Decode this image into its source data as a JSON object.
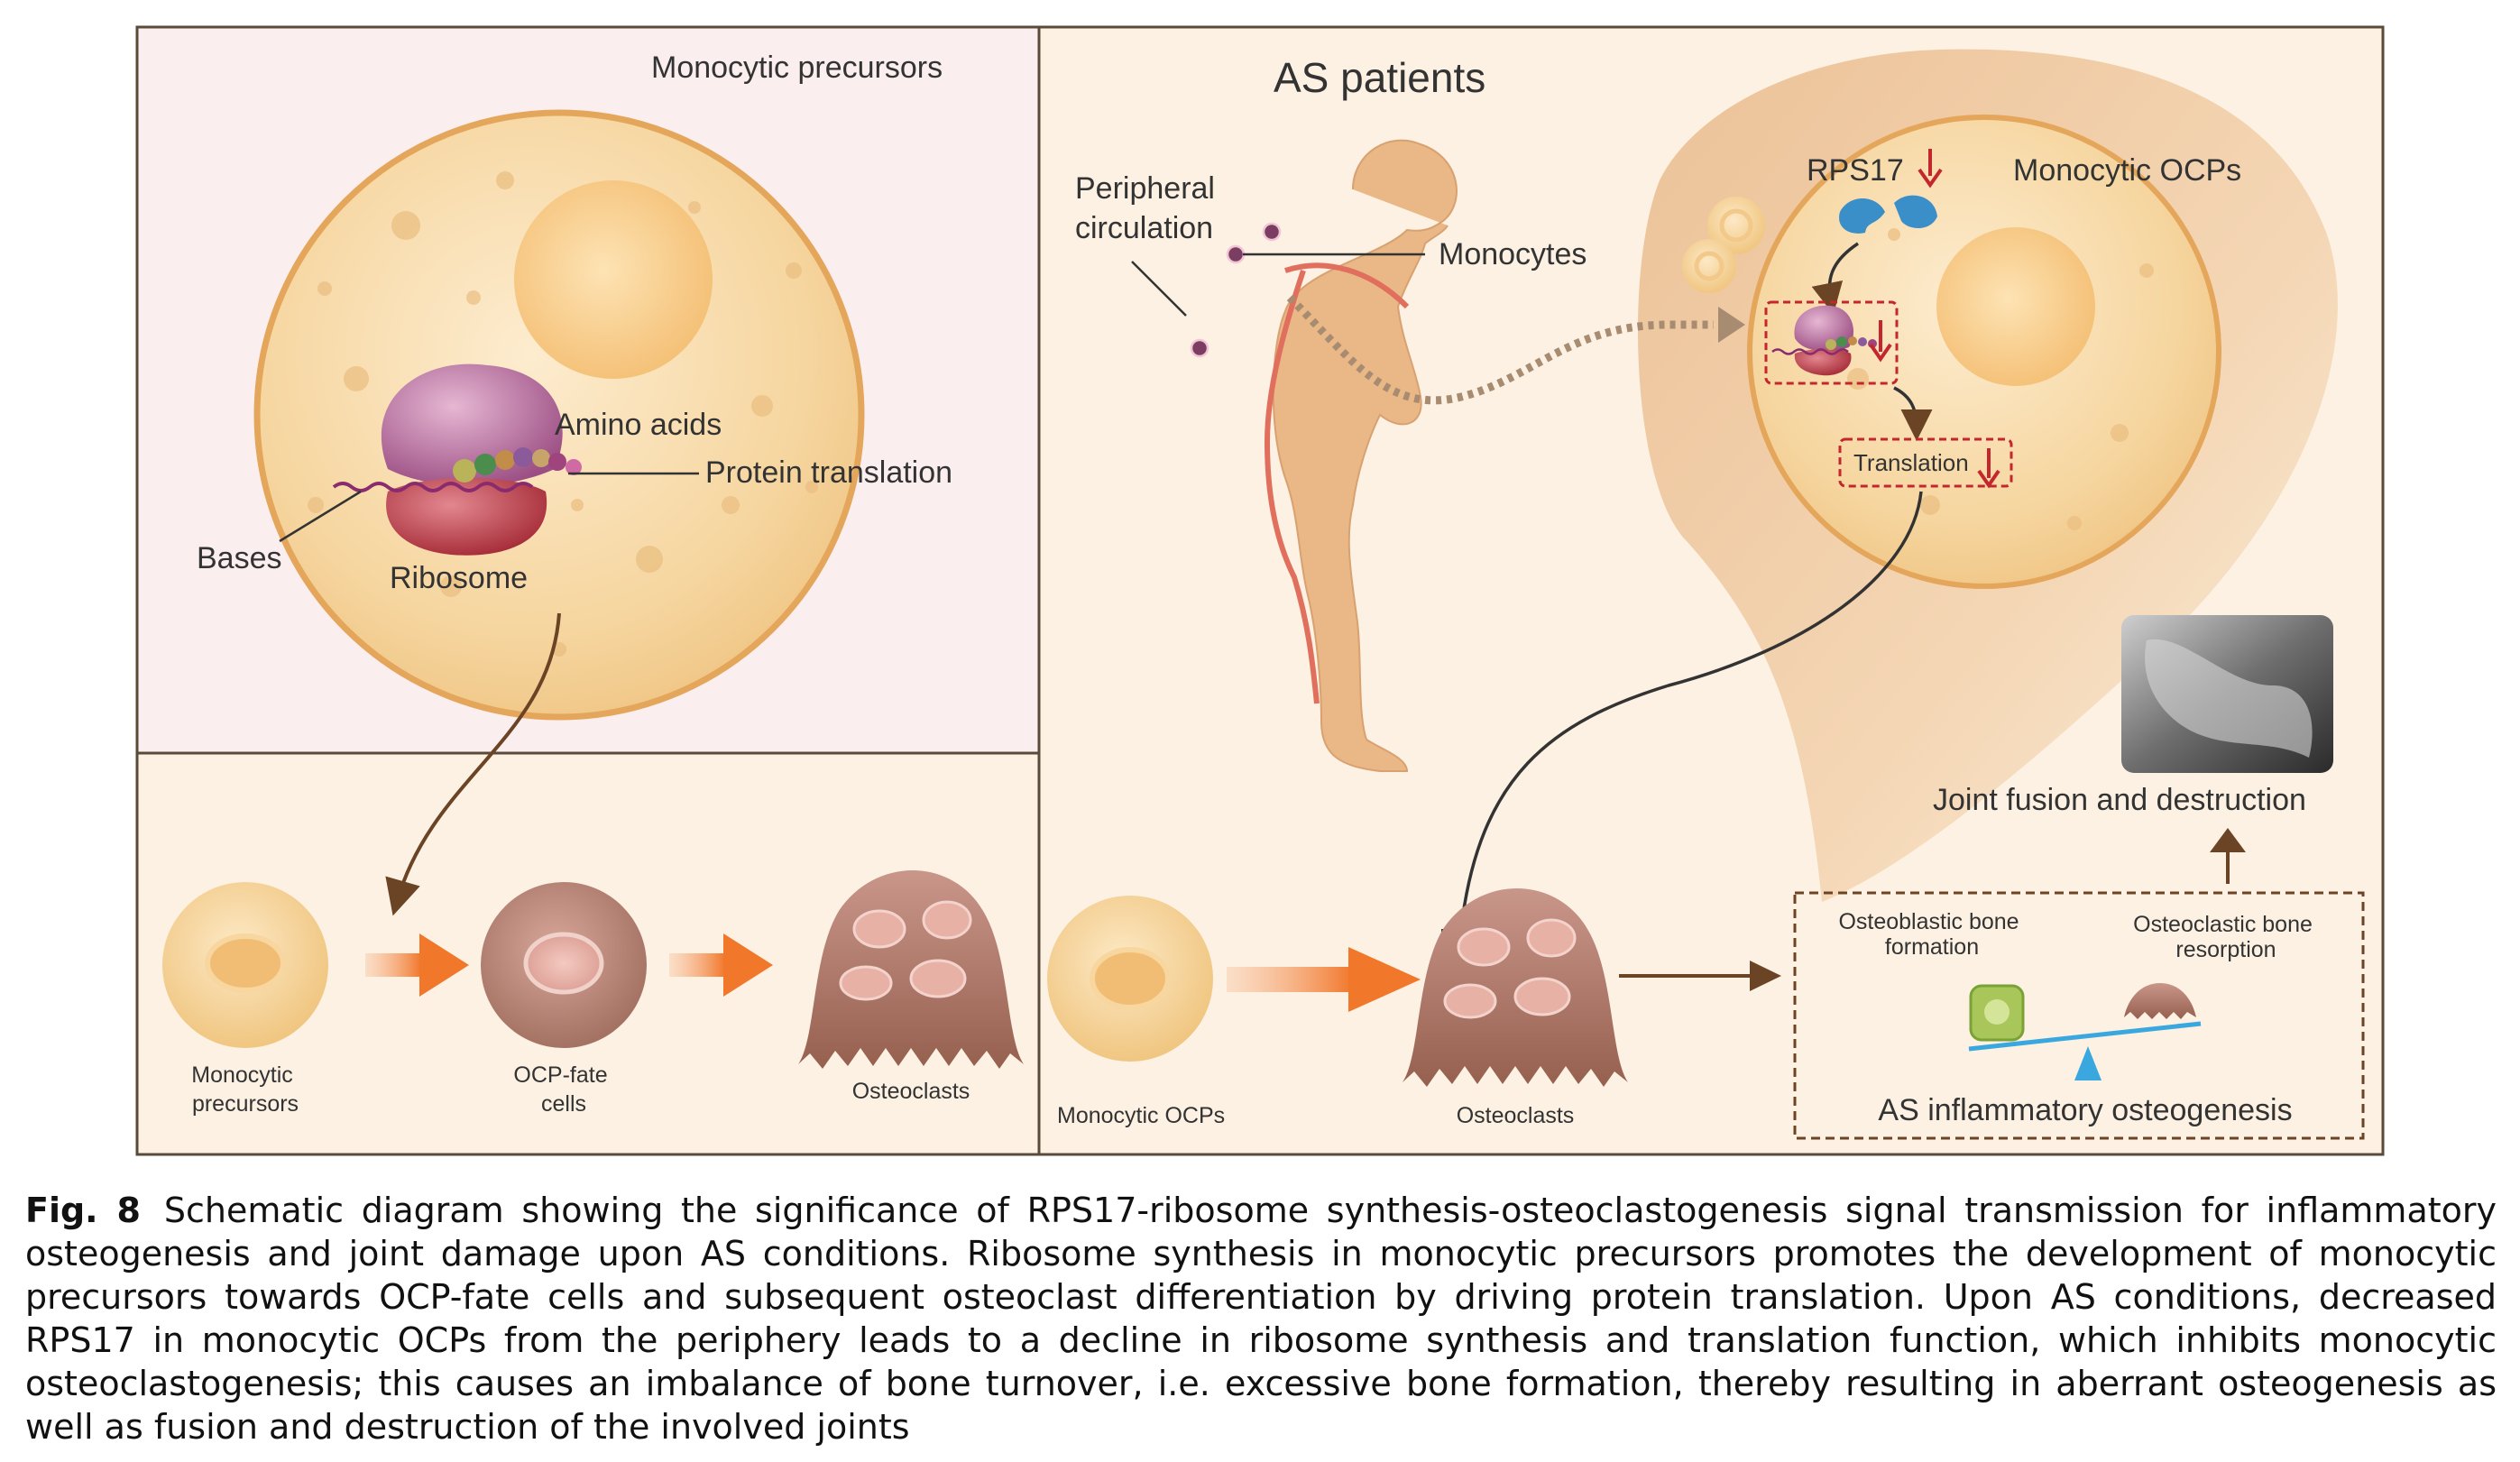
{
  "panel_top_left": {
    "title": "Monocytic precursors",
    "labels": {
      "amino_acids": "Amino acids",
      "protein_translation": "Protein translation",
      "bases": "Bases",
      "ribosome": "Ribosome"
    }
  },
  "panel_bottom_left": {
    "cells": [
      "Monocytic precursors",
      "OCP-fate cells",
      "Osteoclasts"
    ]
  },
  "panel_right": {
    "title": "AS patients",
    "peripheral_circulation": "Peripheral circulation",
    "monocytes": "Monocytes",
    "rps17": "RPS17",
    "monocytic_ocps": "Monocytic OCPs",
    "translation": "Translation",
    "joint": "Joint fusion and destruction",
    "bottom_monocytic_ocps": "Monocytic OCPs",
    "bottom_osteoclasts": "Osteoclasts",
    "osteoblastic": [
      "Osteoblastic bone",
      "formation"
    ],
    "osteoclastic": [
      "Osteoclastic bone",
      "resorption"
    ],
    "as_inflammatory": "AS inflammatory osteogenesis"
  },
  "caption": {
    "fig_label": "Fig. 8",
    "text": "Schematic diagram showing the significance of RPS17-ribosome synthesis-osteoclastogenesis signal transmission for inflammatory osteogenesis and joint damage upon AS conditions. Ribosome synthesis in monocytic precursors promotes the development of monocytic precursors towards OCP-fate cells and subsequent osteoclast differentiation by driving protein translation. Upon AS conditions, decreased RPS17 in monocytic OCPs from the periphery leads to a decline in ribosome synthesis and translation function, which inhibits monocytic osteoclastogenesis; this causes an imbalance of bone turnover, i.e. excessive bone formation, thereby resulting in aberrant osteogenesis as well as fusion and destruction of the involved joints"
  },
  "colors": {
    "frame": "#5a4a3a",
    "panel_pink": "#fbeeee",
    "panel_cream": "#fcf1e2",
    "cell_fill": "#f6d9a6",
    "cell_border": "#e4a65a",
    "orange_arrow": "#f28b3c",
    "brown_arrow": "#6b4426",
    "red_arrow": "#c4262e",
    "blue_seesaw": "#3aa8df"
  }
}
